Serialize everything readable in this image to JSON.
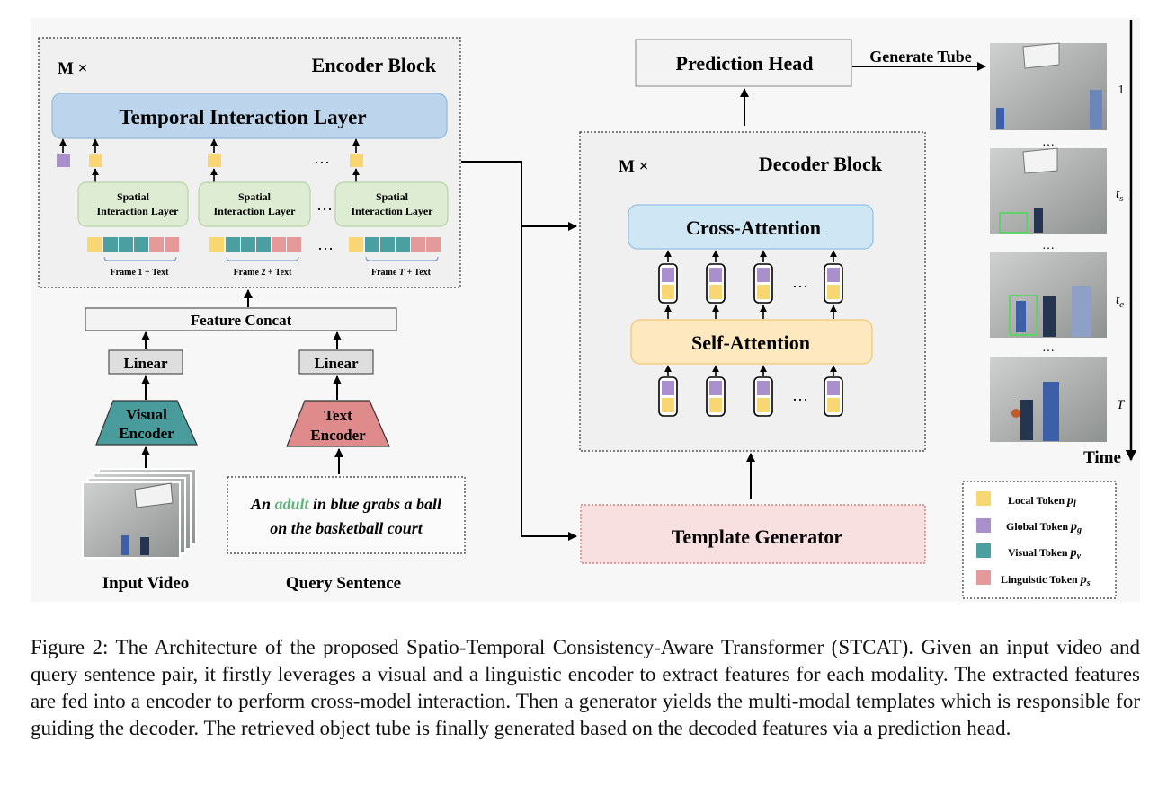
{
  "encoder": {
    "repeat_label": "M ×",
    "title": "Encoder Block",
    "temporal_layer": "Temporal Interaction Layer",
    "spatial_line1": "Spatial",
    "spatial_line2": "Interaction Layer",
    "frame1": "Frame 1 + Text",
    "frame2": "Frame 2 + Text",
    "frameT_pre": "Frame ",
    "frameT_var": "T",
    "frameT_post": " + Text",
    "ellipsis": "…"
  },
  "inputs": {
    "feature_concat": "Feature Concat",
    "linear": "Linear",
    "visual_encoder_1": "Visual",
    "visual_encoder_2": "Encoder",
    "text_encoder_1": "Text",
    "text_encoder_2": "Encoder",
    "input_video": "Input Video",
    "query_sentence": "Query Sentence",
    "query_line1_a": "An ",
    "query_line1_highlight": "adult",
    "query_line1_b": " in blue grabs a ball",
    "query_line2": "on the basketball court"
  },
  "decoder": {
    "repeat_label": "M ×",
    "title": "Decoder Block",
    "cross_attention": "Cross-Attention",
    "self_attention": "Self-Attention",
    "ellipsis": "…",
    "template_generator": "Template Generator",
    "prediction_head": "Prediction Head",
    "generate_tube": "Generate Tube"
  },
  "timeline": {
    "axis_label": "Time",
    "marks": [
      {
        "label": "1",
        "italic": false
      },
      {
        "label": "t",
        "sub": "s",
        "italic": true
      },
      {
        "label": "t",
        "sub": "e",
        "italic": true
      },
      {
        "label": "T",
        "italic": true
      }
    ],
    "ellipsis": "…"
  },
  "legend": {
    "items": [
      {
        "label": "Local Token ",
        "sym": "p",
        "sub": "l",
        "color": "#f8d772"
      },
      {
        "label": "Global Token ",
        "sym": "p",
        "sub": "g",
        "color": "#a98fcb"
      },
      {
        "label": "Visual Token ",
        "sym": "p",
        "sub": "v",
        "color": "#4b9fa0"
      },
      {
        "label": "Linguistic Token ",
        "sym": "p",
        "sub": "s",
        "color": "#e49a9a"
      }
    ]
  },
  "colors": {
    "local": "#f8d772",
    "global": "#a98fcb",
    "visual": "#4b9fa0",
    "linguistic": "#e49a9a",
    "temporal_fill": "#bcd5ec",
    "spatial_fill": "#ddecd3",
    "cross_fill": "#cfe6f5",
    "self_fill": "#fde8bf",
    "template_fill": "#f8dfe0",
    "highlight_text": "#5fb27a"
  },
  "caption": {
    "label": "Figure 2: ",
    "text": "The Architecture of the proposed Spatio-Temporal Consistency-Aware Transformer (STCAT). Given an input video and query sentence pair, it firstly leverages a visual and a linguistic encoder to extract features for each modality. The extracted features are fed into a encoder to perform cross-model interaction. Then a generator yields the multi-modal templates which is responsible for guiding the decoder. The retrieved object tube is finally generated based on the decoded features via a prediction head."
  }
}
